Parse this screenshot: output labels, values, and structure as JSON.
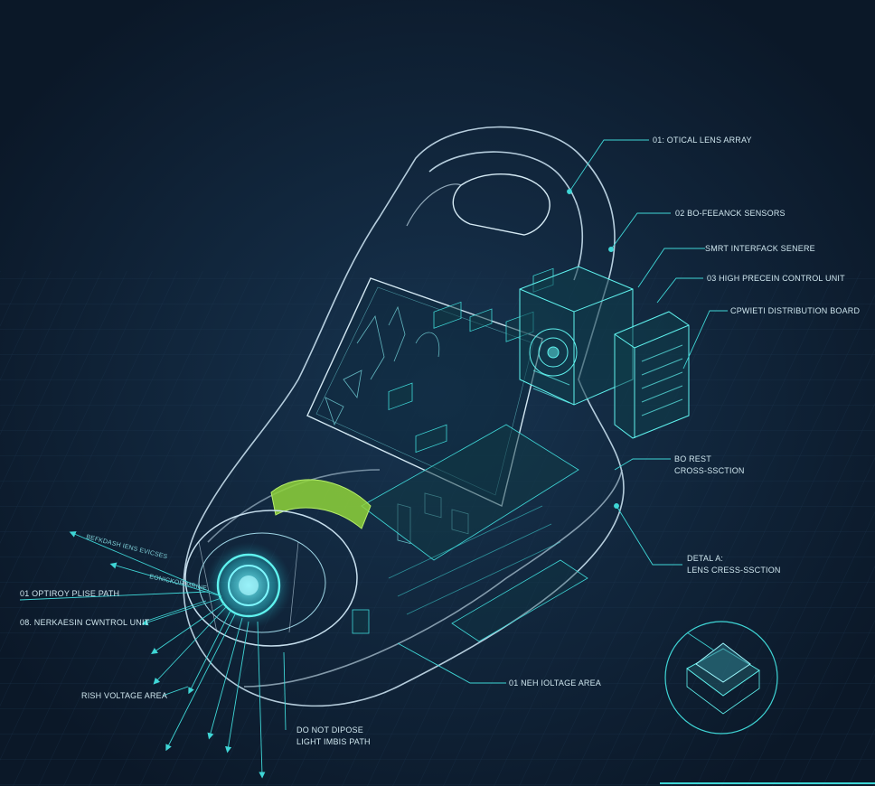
{
  "labels": {
    "optical_lens_array": "01: OTICAL LENS ARRAY",
    "bio_feedback_sensors": "02 BO-FEEANCK SENSORS",
    "smart_interface_sensors": "SMRT INTERFACK SENERE",
    "high_precision_control": "03 HIGH PRECEIN CONTROL UNIT",
    "power_distribution": "CPWIETI DISTRIBUTION BOARD",
    "bo_rest": "BO REST",
    "cross_section": "CROSS-SSCTION",
    "detail_a": "DETAL A:",
    "lens_cross_section": "LENS CRESS-SSCTION",
    "high_voltage_area_right": "01 NEH IOLTAGE AREA",
    "optical_pulse_path": "01 OPTIROY PLISE PATH",
    "nerkaesin_control": "08. NERKAESIN CWNTROL UNIT",
    "high_voltage_area_left": "RISH VOLTAGE AREA",
    "do_not_dispose": "DO NOT DIPOSE",
    "light_path": "LIGHT IMBIS PATH",
    "small_ray_label_1": "BEFKDASH IENS EVICSES",
    "small_ray_label_2": "EONICKOR MRINE"
  },
  "colors": {
    "background": "#0c1a2c",
    "line": "#3fd6d6",
    "glow": "#5ff2ee",
    "accent_green": "#8fd43a",
    "body": "#bcd6e6"
  }
}
